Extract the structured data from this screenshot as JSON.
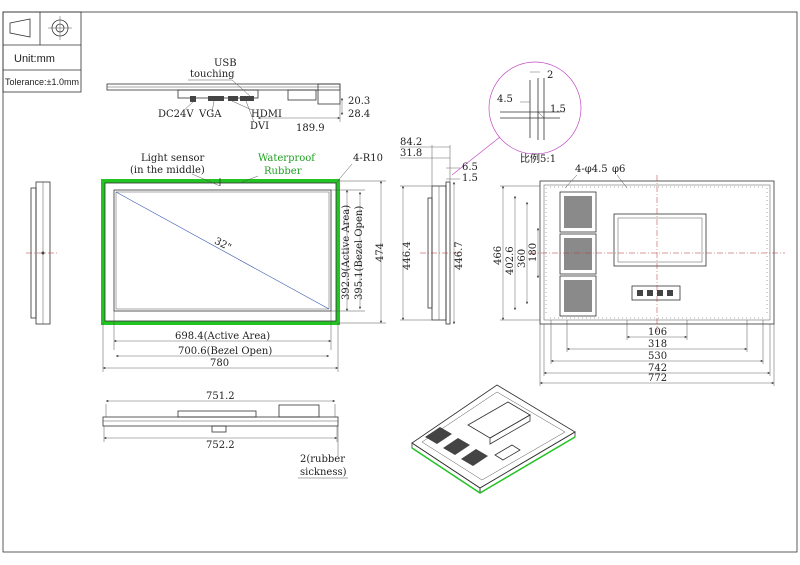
{
  "title_block": {
    "unit": "Unit:mm",
    "tolerance": "Tolerance:±1.0mm"
  },
  "top_view": {
    "usb_label": "USB",
    "touching_label": "touching",
    "dc_label": "DC24V",
    "vga_label": "VGA",
    "hdmi_label": "HDMI",
    "dvi_label": "DVI",
    "depth_1": "20.3",
    "depth_2": "28.4",
    "port_offset": "189.9"
  },
  "detail_view": {
    "dim_a": "2",
    "dim_b": "4.5",
    "dim_c": "1.5",
    "scale_label": "比例5:1"
  },
  "front_view": {
    "light_sensor": "Light sensor",
    "light_sensor_note": "(in the middle)",
    "waterproof": "Waterproof",
    "rubber": "Rubber",
    "radius": "4-R10",
    "diagonal": "32\"",
    "active_height": "392.9(Active Area)",
    "bezel_height": "395.1(Bezel Open)",
    "total_height": "474",
    "active_width": "698.4(Active Area)",
    "bezel_width": "700.6(Bezel Open)",
    "total_width": "780"
  },
  "side_view": {
    "dim_1": "84.2",
    "dim_2": "31.8",
    "dim_3": "6.5",
    "dim_4": "1.5",
    "height_outer": "446.4",
    "height_inner": "446.7"
  },
  "rear_view": {
    "hole_1": "4-φ4.5",
    "hole_2": "φ6",
    "v_466": "466",
    "v_402": "402.6",
    "v_360": "360",
    "v_180": "180",
    "h_106": "106",
    "h_318": "318",
    "h_530": "530",
    "h_742": "742",
    "h_772": "772"
  },
  "bottom_view": {
    "width_top": "751.2",
    "width_bottom": "752.2",
    "rubber_note_1": "2(rubber",
    "rubber_note_2": "sickness)"
  }
}
